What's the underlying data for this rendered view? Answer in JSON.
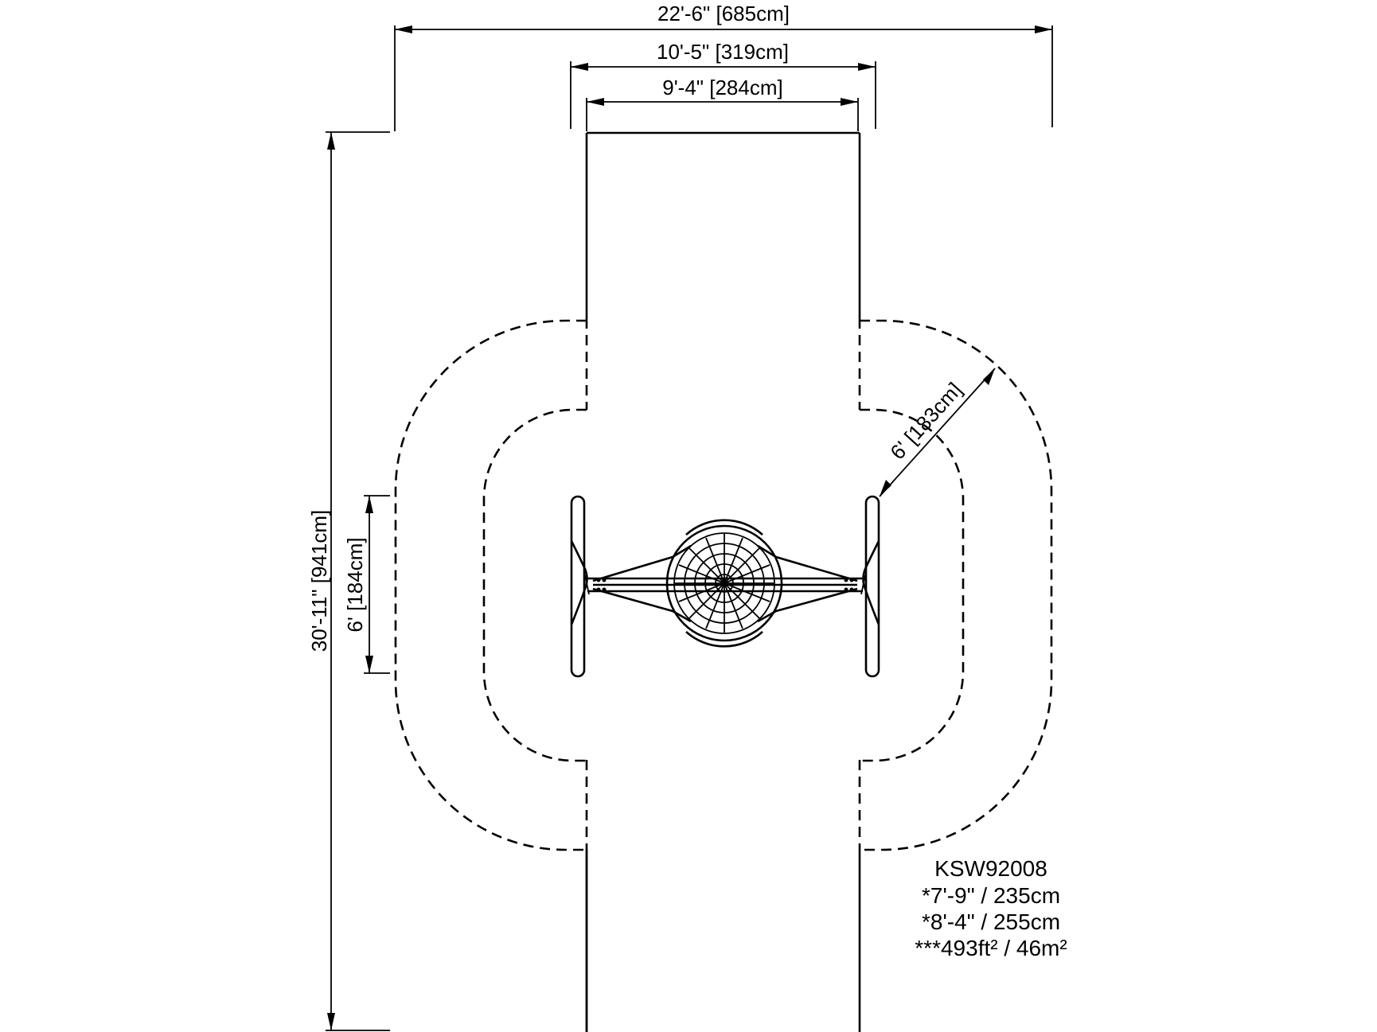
{
  "dimensions": {
    "overall_width": "22'-6\" [685cm]",
    "frame_width": "10'-5\" [319cm]",
    "inner_width": "9'-4\" [284cm]",
    "overall_length": "30'-11\" [941cm]",
    "use_zone_side": "6' [184cm]",
    "use_zone_radius": "6' [183cm]"
  },
  "product_info": {
    "model": "KSW92008",
    "height_1": "*7'-9\" / 235cm",
    "height_2": "*8'-4\" / 255cm",
    "area": "***493ft² / 46m²"
  }
}
